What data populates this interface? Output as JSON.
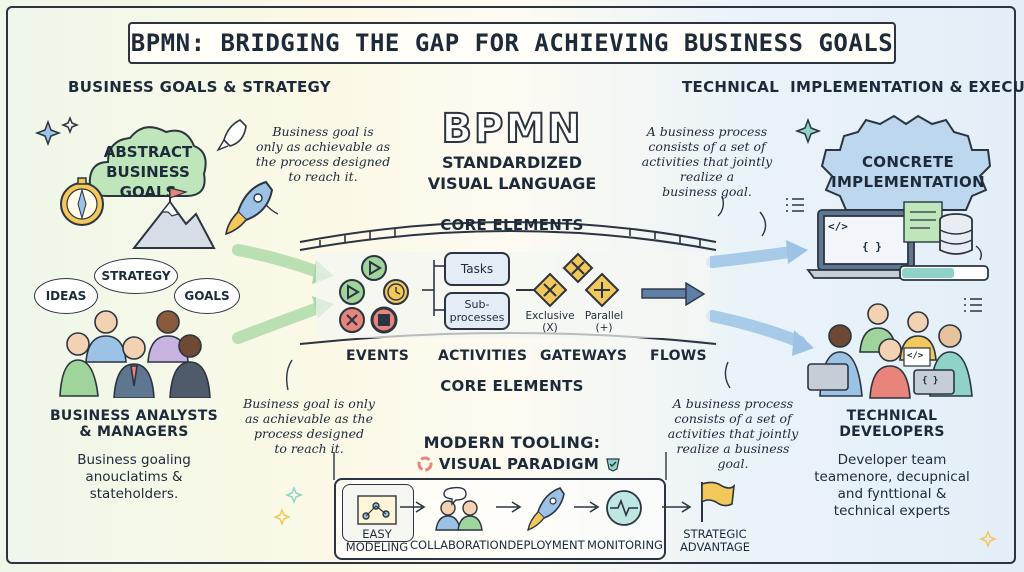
{
  "title": "BPMN: BRIDGING THE GAP FOR ACHIEVING BUSINESS GOALS",
  "left": {
    "heading": "BUSINESS GOALS & STRATEGY",
    "cloud": [
      "ABSTRACT",
      "BUSINESS",
      "GOALS"
    ],
    "bubbles": {
      "ideas": "IDEAS",
      "strategy": "STRATEGY",
      "goals": "GOALS"
    },
    "group_title": [
      "BUSINESS ANALYSTS",
      "& MANAGERS"
    ],
    "group_desc": [
      "Business goaling",
      "anouclatims &",
      "stateholders."
    ]
  },
  "notes": {
    "top_left": [
      "Business goal is",
      "only as achievable as",
      "the process designed",
      "to reach it."
    ],
    "bottom_left": [
      "Business goal is only",
      "as achievable as the",
      "process designed",
      "to reach it."
    ],
    "top_right": [
      "A business process",
      "consists of a set of",
      "activities that jointly",
      "realize a",
      "business goal."
    ],
    "bottom_right": [
      "A business process",
      "consists of a set of",
      "activities that jointly",
      "realize a business",
      "goal."
    ]
  },
  "center": {
    "logo": "BPMN",
    "subtitle": [
      "STANDARDIZED",
      "VISUAL LANGUAGE"
    ],
    "core_top": "CORE ELEMENTS",
    "core_bottom": "CORE ELEMENTS",
    "tasks": "Tasks",
    "subprocesses": [
      "Sub-",
      "processes"
    ],
    "exclusive": [
      "Exclusive",
      "(X)"
    ],
    "parallel": [
      "Parallel",
      "(+)"
    ],
    "categories": [
      "EVENTS",
      "ACTIVITIES",
      "GATEWAYS",
      "FLOWS"
    ]
  },
  "tooling": {
    "title": "MODERN TOOLING:",
    "brand": "VISUAL PARADIGM",
    "steps": [
      {
        "label": [
          "EASY",
          "MODELING"
        ],
        "icon": "diagram-icon"
      },
      {
        "label": [
          "COLLABORATION"
        ],
        "icon": "people-chat-icon"
      },
      {
        "label": [
          "DEPLOYMENT"
        ],
        "icon": "rocket-icon"
      },
      {
        "label": [
          "MONITORING"
        ],
        "icon": "pulse-monitor-icon"
      }
    ],
    "outcome": [
      "STRATEGIC",
      "ADVANTAGE"
    ]
  },
  "right": {
    "heading": "TECHNICAL  IMPLEMENTATION & EXECUTION",
    "gear": [
      "CONCRETE",
      "IMPLEMENTATION"
    ],
    "code_tag": "</>",
    "braces": "{ }",
    "group_title": [
      "TECHNICAL",
      "DEVELOPERS"
    ],
    "group_desc": [
      "Developer team",
      "teamenore, decupnical",
      "and fynttional &",
      "technical experts"
    ]
  },
  "colors": {
    "ink": "#2b3440",
    "green": "#9fd49a",
    "gold": "#f3c85a",
    "red": "#e9847a",
    "blue": "#9cc3e6",
    "teal": "#8fd3c8"
  }
}
